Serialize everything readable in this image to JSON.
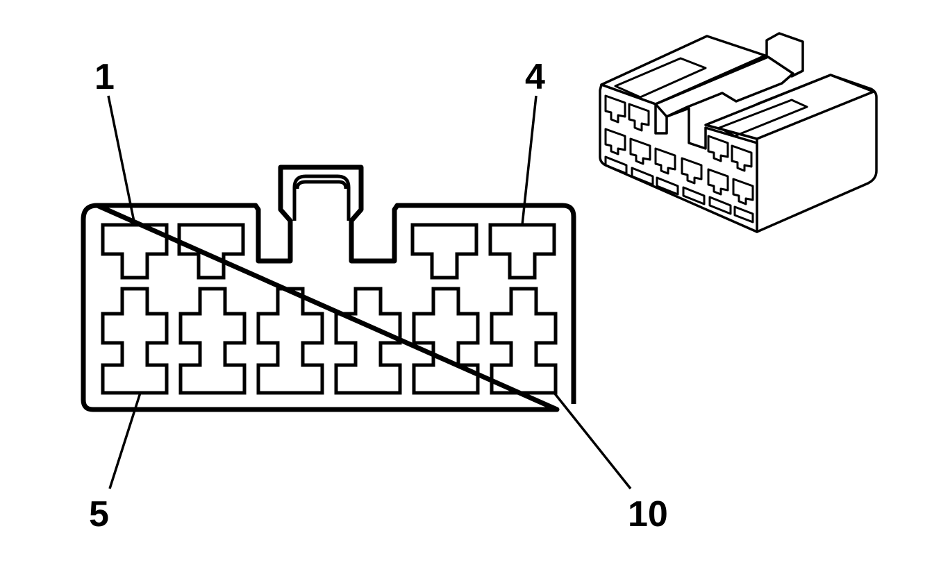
{
  "pin_labels": {
    "pin_1": "1",
    "pin_4": "4",
    "pin_5": "5",
    "pin_10": "10"
  },
  "connector": {
    "top_row_cavities": 4,
    "bottom_row_cavities": 6
  },
  "colors": {
    "line": "#000000",
    "background": "#ffffff"
  }
}
